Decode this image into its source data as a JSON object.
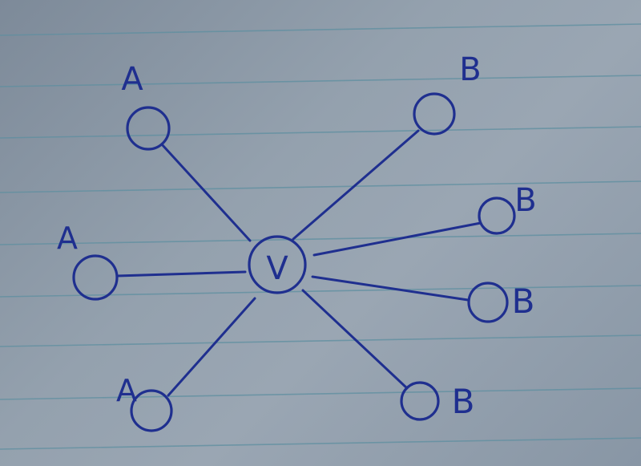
{
  "paper": {
    "type": "ruled-notebook-paper",
    "ink_color": "#1f2f8f",
    "line_color": "#5e8fa0"
  },
  "graph": {
    "center": {
      "id": "v",
      "label": "V"
    },
    "nodes": [
      {
        "id": "a1",
        "label": "A"
      },
      {
        "id": "a2",
        "label": "A"
      },
      {
        "id": "a3",
        "label": "A"
      },
      {
        "id": "b1",
        "label": "B"
      },
      {
        "id": "b2",
        "label": "B"
      },
      {
        "id": "b3",
        "label": "B"
      },
      {
        "id": "b4",
        "label": "B"
      }
    ],
    "edges": [
      {
        "from": "v",
        "to": "a1"
      },
      {
        "from": "v",
        "to": "a2"
      },
      {
        "from": "v",
        "to": "a3"
      },
      {
        "from": "v",
        "to": "b1"
      },
      {
        "from": "v",
        "to": "b2"
      },
      {
        "from": "v",
        "to": "b3"
      },
      {
        "from": "v",
        "to": "b4"
      }
    ]
  }
}
